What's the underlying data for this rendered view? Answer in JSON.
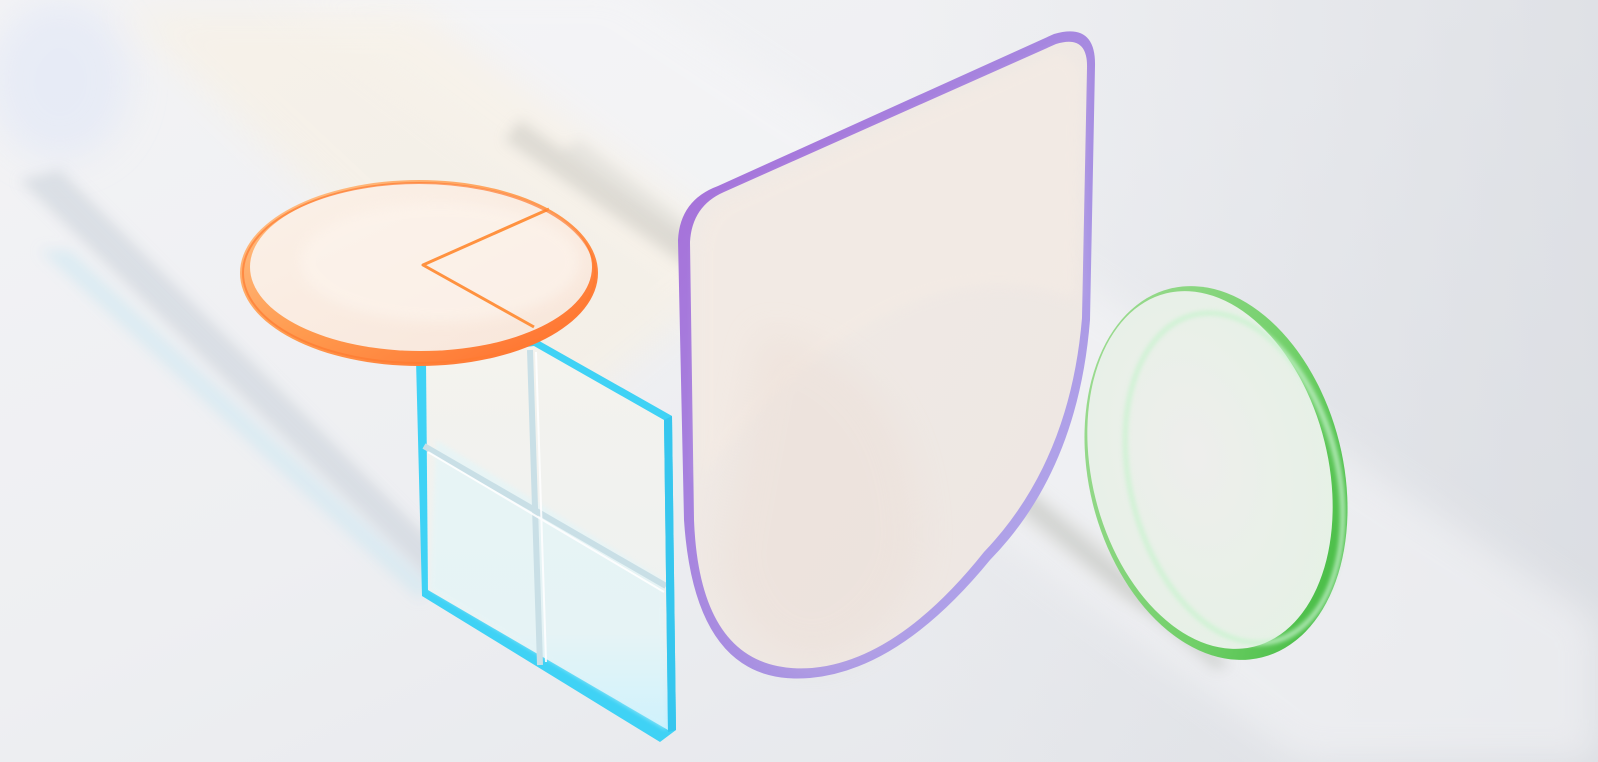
{
  "scene": {
    "subject": "abstract-glass-shapes",
    "colors": {
      "background": "#e9eaee",
      "background_light": "#f3f3f5",
      "background_shade": "#d8dbe1",
      "pie_rim": "#ff8a3d",
      "pie_rim_dark": "#ff6a2a",
      "pie_face": "#fbeee4",
      "window_edge": "#3fd2f5",
      "window_face": "#f2f4f2",
      "drop_rim": "#a987dc",
      "drop_rim_light": "#b6b2ee",
      "drop_face": "#efe7e2",
      "disc_rim": "#72cc6a",
      "disc_rim_dark": "#3fba3a",
      "disc_face": "#eef0ec"
    },
    "shapes": [
      {
        "name": "pie-chart-disc",
        "icon": "pie-chart-icon"
      },
      {
        "name": "window-panel",
        "icon": "window-grid-icon"
      },
      {
        "name": "drop-panel",
        "icon": "teardrop-panel"
      },
      {
        "name": "green-disc",
        "icon": "ellipse-disc"
      }
    ]
  }
}
